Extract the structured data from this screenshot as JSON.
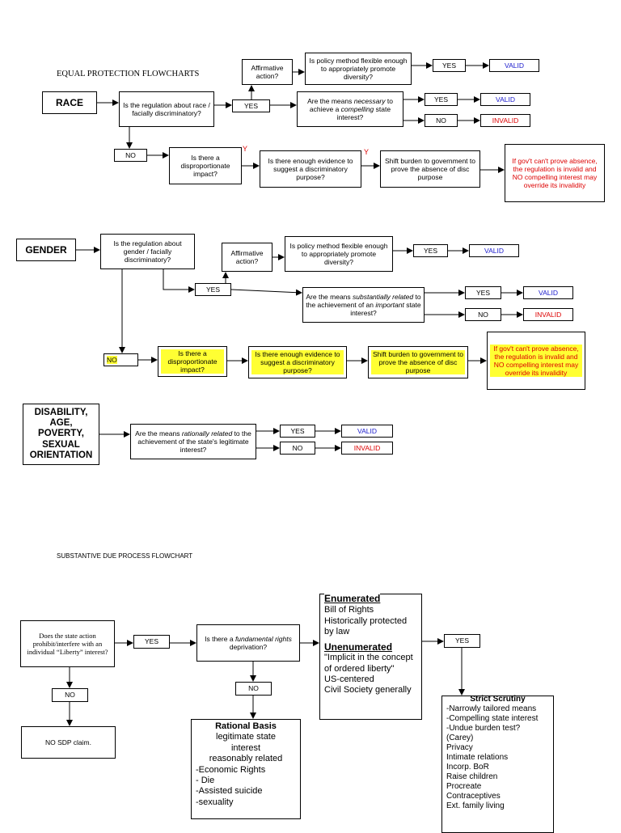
{
  "titles": {
    "equal_protection": "EQUAL PROTECTION FLOWCHARTS",
    "substantive_due_process": "SUBSTANTIVE DUE PROCESS FLOWCHART"
  },
  "race": {
    "label": "RACE",
    "question": "Is the regulation about race / facially discriminatory?",
    "yes": "YES",
    "no": "NO",
    "affirmative": "Affirmative action?",
    "flexible": "Is policy method flexible enough to appropriately promote diversity?",
    "flex_yes": "YES",
    "flex_valid": "VALID",
    "means_pre": "Are the means ",
    "means_em": "necessary",
    "means_mid": " to achieve a ",
    "means_em2": "compelling",
    "means_post": " state interest?",
    "means_yes": "YES",
    "means_valid": "VALID",
    "means_no": "NO",
    "means_invalid": "INVALID",
    "impact": "Is there a disproportionate impact?",
    "y1": "Y",
    "evidence": "Is there enough evidence to suggest a discriminatory purpose?",
    "y2": "Y",
    "shift": "Shift burden to government to prove the absence of disc purpose",
    "cant_prove": "If gov't can't prove absence, the regulation is invalid and NO compelling interest may override its invalidity"
  },
  "gender": {
    "label": "GENDER",
    "question": "Is the regulation about gender / facially discriminatory?",
    "affirmative": "Affirmative action?",
    "flexible": "Is policy method flexible enough to appropriately promote diversity?",
    "flex_yes": "YES",
    "flex_valid": "VALID",
    "yes": "YES",
    "means_pre": "Are the means ",
    "means_em": "substantially related",
    "means_mid": " to the achievement of an ",
    "means_em2": "important",
    "means_post": " state interest?",
    "means_yes": "YES",
    "means_valid": "VALID",
    "means_no": "NO",
    "means_invalid": "INVALID",
    "no": "NO",
    "impact": "Is there a disproportionate impact?",
    "evidence": "Is there enough evidence to suggest a discriminatory purpose?",
    "shift": "Shift burden to government to prove the absence of disc purpose",
    "cant_prove": "If gov't can't prove absence, the regulation is invalid and NO compelling interest may override its invalidity"
  },
  "disability": {
    "label": "DISABILITY, AGE, POVERTY, SEXUAL ORIENTATION",
    "means_pre": "Are the means ",
    "means_em": "rationally related",
    "means_post": " to the achievement of the state's legitimate interest?",
    "yes": "YES",
    "valid": "VALID",
    "no": "NO",
    "invalid": "INVALID"
  },
  "sdp": {
    "question": "Does the state action prohibit/interfere with an individual “Liberty” interest?",
    "yes1": "YES",
    "no1": "NO",
    "no_claim": "NO SDP claim.",
    "fund_pre": "Is there a ",
    "fund_em": "fundamental rights",
    "fund_post": " deprivation?",
    "no2": "NO",
    "yes2": "YES",
    "rational_basis": {
      "title": "Rational Basis",
      "lines": [
        "legitimate state",
        "interest",
        "reasonably related"
      ],
      "items": [
        "-Economic Rights",
        "- Die",
        "-Assisted suicide",
        "-sexuality"
      ]
    },
    "enumerated": {
      "title": "Enumerated",
      "items": [
        "Bill of Rights",
        "Historically protected by law"
      ]
    },
    "unenumerated": {
      "title": "Unenumerated",
      "items": [
        "\"Implicit in the concept of ordered liberty\"",
        "US-centered",
        "Civil Society generally"
      ]
    },
    "strict_scrutiny": {
      "title": "Strict Scrutiny",
      "items": [
        "-Narrowly tailored means",
        "-Compelling state interest",
        "-Undue burden test? (Carey)",
        "Privacy",
        "Intimate relations",
        "Incorp. BoR",
        "Raise children",
        "Procreate",
        "Contraceptives",
        "Ext. family living"
      ]
    }
  }
}
